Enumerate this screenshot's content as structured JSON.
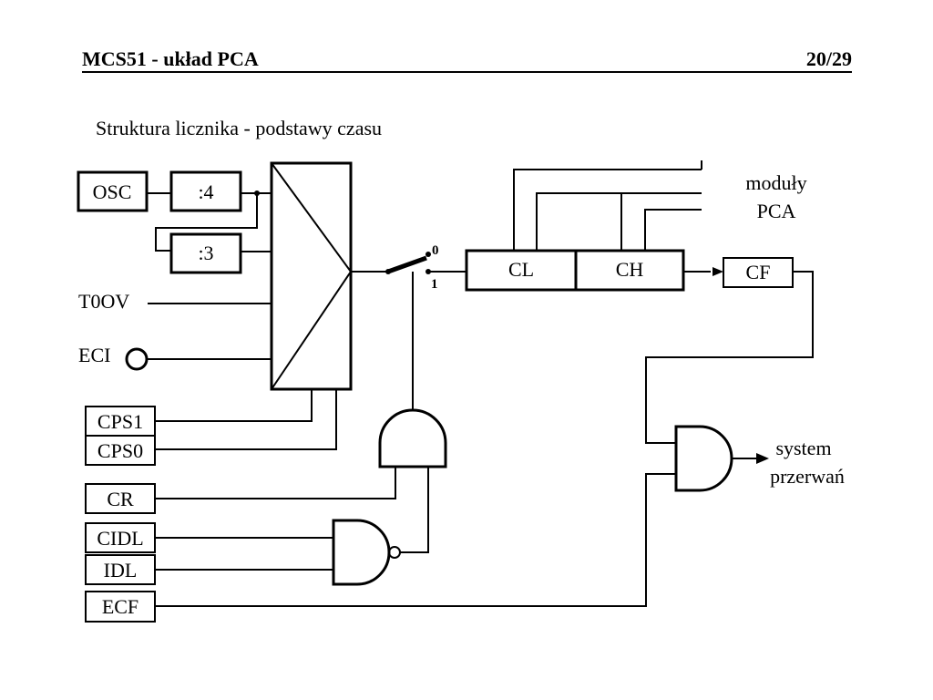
{
  "header": {
    "title": "MCS51 - układ PCA",
    "page": "20/29"
  },
  "subtitle": "Struktura licznika - podstawy czasu",
  "blocks": {
    "osc": "OSC",
    "div4": ":4",
    "div3": ":3",
    "cl": "CL",
    "ch": "CH",
    "cf": "CF",
    "cps1": "CPS1",
    "cps0": "CPS0",
    "cr": "CR",
    "cidl": "CIDL",
    "idl": "IDL",
    "ecf": "ECF"
  },
  "signals": {
    "t0ov": "T0OV",
    "eci": "ECI"
  },
  "switch": {
    "pos0": "0",
    "pos1": "1"
  },
  "outputs": {
    "moduly_line1": "moduły",
    "moduly_line2": "PCA",
    "system_line1": "system",
    "system_line2": "przerwań"
  }
}
